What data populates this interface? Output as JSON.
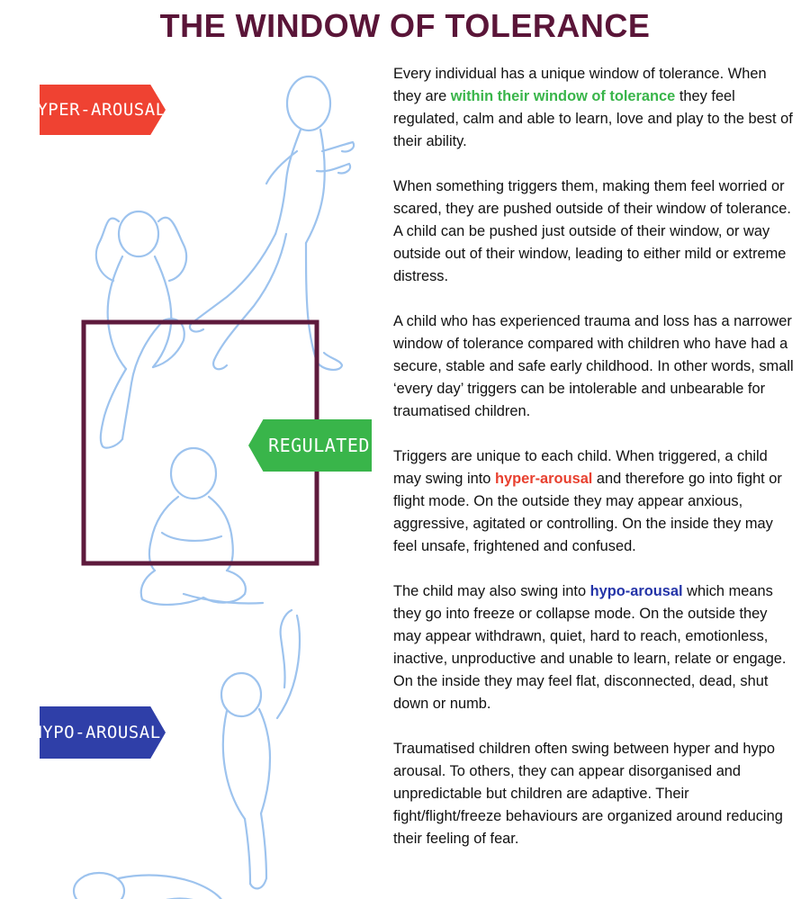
{
  "title": "THE WINDOW OF TOLERANCE",
  "labels": {
    "hyper": "HYPER-AROUSAL",
    "regulated": "REGULATED",
    "hypo": "HYPO-AROUSAL"
  },
  "colors": {
    "title": "#5a1538",
    "hyper": "#ef4232",
    "regulated": "#39b54a",
    "hypo": "#2f3fa8",
    "window_frame": "#5e1a3c",
    "figure_outline": "#9dc3ee"
  },
  "paragraphs": {
    "p1": {
      "pre": "Every individual has a unique window of tolerance. When they are ",
      "highlight": "within their window of tolerance",
      "post": " they feel regulated, calm and able to learn, love and play to the best of their ability."
    },
    "p2": "When something triggers them, making them feel worried or scared, they are pushed outside of their window of tolerance. A child can be pushed just outside of their window, or way outside out of their window, leading to either mild or extreme distress.",
    "p3": "A child who has experienced trauma and loss has a narrower window of tolerance compared with children who have had a secure, stable and safe early childhood. In other words, small ‘every day’ triggers can be intolerable and unbearable for traumatised children.",
    "p4": {
      "pre": "Triggers are unique to each child. When triggered, a child may swing into ",
      "highlight": "hyper-arousal",
      "post": " and therefore go into fight or flight mode.  On the outside they may appear anxious, aggressive, agitated or controlling. On the inside they may feel unsafe, frightened and confused."
    },
    "p5": {
      "pre": "The child may also swing into ",
      "highlight": "hypo-arousal",
      "post": " which means they go into freeze or collapse mode. On the outside they may appear withdrawn, quiet, hard to reach, emotionless, inactive, unproductive and unable to learn, relate or engage. On the inside they may feel flat, disconnected, dead, shut down or numb."
    },
    "p6": "Traumatised children often swing between hyper and hypo arousal. To others, they can appear disorganised and unpredictable but children are adaptive. Their fight/flight/freeze behaviours are organized around reducing their feeling of fear."
  }
}
